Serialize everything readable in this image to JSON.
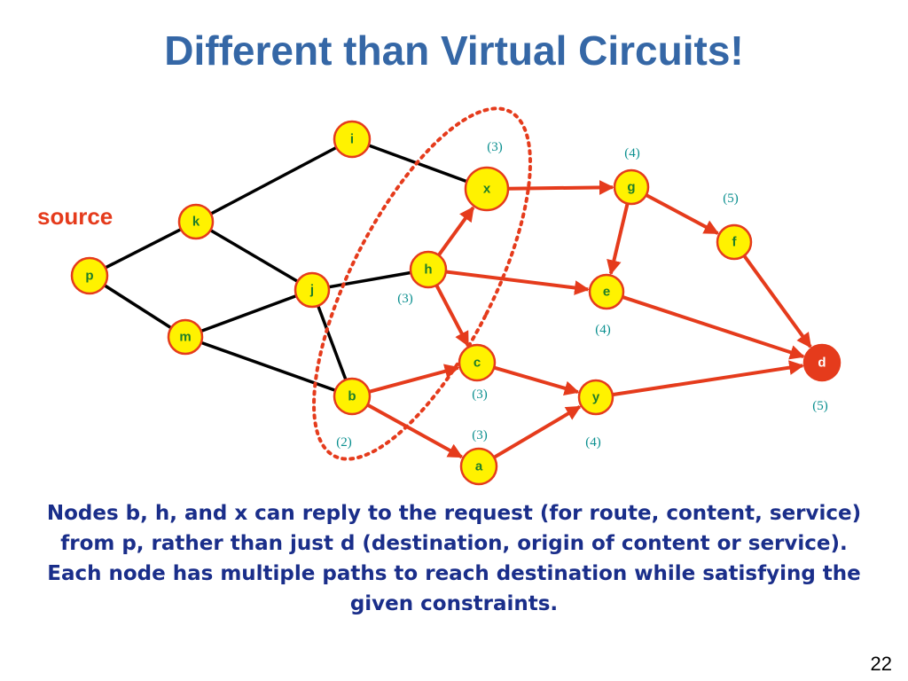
{
  "title": "Different than Virtual Circuits!",
  "source_label": "source",
  "nodes": [
    {
      "id": "i",
      "label": "i"
    },
    {
      "id": "x",
      "label": "x"
    },
    {
      "id": "g",
      "label": "g"
    },
    {
      "id": "k",
      "label": "k"
    },
    {
      "id": "f",
      "label": "f"
    },
    {
      "id": "p",
      "label": "p"
    },
    {
      "id": "h",
      "label": "h"
    },
    {
      "id": "j",
      "label": "j"
    },
    {
      "id": "e",
      "label": "e"
    },
    {
      "id": "m",
      "label": "m"
    },
    {
      "id": "c",
      "label": "c"
    },
    {
      "id": "d",
      "label": "d"
    },
    {
      "id": "b",
      "label": "b"
    },
    {
      "id": "y",
      "label": "y"
    },
    {
      "id": "a",
      "label": "a"
    }
  ],
  "edges": [
    {
      "from": "p",
      "to": "k",
      "kind": "plain"
    },
    {
      "from": "p",
      "to": "m",
      "kind": "plain"
    },
    {
      "from": "k",
      "to": "i",
      "kind": "plain"
    },
    {
      "from": "k",
      "to": "j",
      "kind": "plain"
    },
    {
      "from": "i",
      "to": "x",
      "kind": "plain"
    },
    {
      "from": "m",
      "to": "j",
      "kind": "plain"
    },
    {
      "from": "m",
      "to": "b",
      "kind": "plain"
    },
    {
      "from": "j",
      "to": "h",
      "kind": "plain"
    },
    {
      "from": "j",
      "to": "b",
      "kind": "plain"
    },
    {
      "from": "h",
      "to": "x",
      "kind": "arrow"
    },
    {
      "from": "h",
      "to": "e",
      "kind": "arrow"
    },
    {
      "from": "h",
      "to": "c",
      "kind": "arrow"
    },
    {
      "from": "x",
      "to": "g",
      "kind": "arrow"
    },
    {
      "from": "g",
      "to": "f",
      "kind": "arrow"
    },
    {
      "from": "g",
      "to": "e",
      "kind": "arrow"
    },
    {
      "from": "f",
      "to": "d",
      "kind": "arrow"
    },
    {
      "from": "e",
      "to": "d",
      "kind": "arrow"
    },
    {
      "from": "b",
      "to": "c",
      "kind": "arrow"
    },
    {
      "from": "b",
      "to": "a",
      "kind": "arrow"
    },
    {
      "from": "c",
      "to": "y",
      "kind": "arrow"
    },
    {
      "from": "a",
      "to": "y",
      "kind": "arrow"
    },
    {
      "from": "y",
      "to": "d",
      "kind": "arrow"
    }
  ],
  "constraint_labels": {
    "x": "(3)",
    "g": "(4)",
    "f": "(5)",
    "h": "(3)",
    "e": "(4)",
    "c": "(3)",
    "d": "(5)",
    "a": "(3)",
    "b": "(2)",
    "y": "(4)"
  },
  "caption": {
    "line1": "Nodes b, h, and x can reply to the request (for route, content, service) from p, rather than just d (destination, origin of content or service).",
    "line2": "Each node has multiple paths to reach destination while satisfying the given constraints."
  },
  "page_number": "22",
  "colors": {
    "title": "#3567a6",
    "caption": "#1a2e8a",
    "node_fill": "#fff200",
    "node_stroke": "#e53b1c",
    "node_label": "#1d7d2a",
    "destination_fill": "#e53b1c",
    "destination_label": "#ffffff",
    "arrow": "#e53b1c",
    "plain_edge": "#000000",
    "constraint_label": "#0a8f8f",
    "source_label": "#e53b1c",
    "ellipse": "#e53b1c"
  }
}
